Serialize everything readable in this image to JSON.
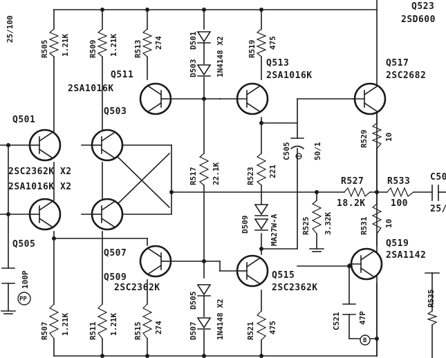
{
  "transistors": {
    "q501": "Q501",
    "q503": "Q503",
    "q505": "Q505",
    "q507": "Q507",
    "q509": "Q509",
    "q511": "Q511",
    "q513": "Q513",
    "q515": "Q515",
    "q517": "Q517",
    "q519": "Q519",
    "q523": "Q523",
    "pair_npn": "2SC2362K X2",
    "pair_pnp": "2SA1016K X2",
    "q511_type": "2SA1016K",
    "q509_type": "2SC2362K",
    "q513_type": "2SA1016K",
    "q515_type": "2SC2362K",
    "q517_type": "2SC2682",
    "q519_type": "2SA1142",
    "q523_type": "2SD600"
  },
  "resistors": {
    "r505": "R505",
    "r505_v": "1.21K",
    "r509": "R509",
    "r509_v": "1.21K",
    "r513": "R513",
    "r513_v": "274",
    "r519": "R519",
    "r519_v": "475",
    "r517": "R517",
    "r517_v": "22.1K",
    "r523": "R523",
    "r523_v": "221",
    "r529": "R529",
    "r529_v": "10",
    "r527": "R527",
    "r527_v": "18.2K",
    "r533": "R533",
    "r533_v": "100",
    "r525": "R525",
    "r525_v": "3.32K",
    "r531": "R531",
    "r531_v": "10",
    "r507": "R507",
    "r507_v": "1.21K",
    "r511": "R511",
    "r511_v": "1.21K",
    "r515": "R515",
    "r515_v": "274",
    "r521": "R521",
    "r521_v": "475",
    "r535": "R535"
  },
  "diodes": {
    "d501": "D501",
    "d503": "D503",
    "d505": "D505",
    "d507": "D507",
    "top_pair": "1N4148 X2",
    "bottom_pair": "1N4148 X2",
    "d509": "D509",
    "d509_type": "MA27W-A"
  },
  "capacitors": {
    "c505": "C505",
    "c505_v": "50/1",
    "c521": "C521",
    "c521_v": "47P",
    "left_v": "100P",
    "c50x": "C50",
    "c50x_v": "25/"
  },
  "edge_text": {
    "top_left_value": "25/100",
    "pp_mark": "PP",
    "b_mark": "B"
  }
}
